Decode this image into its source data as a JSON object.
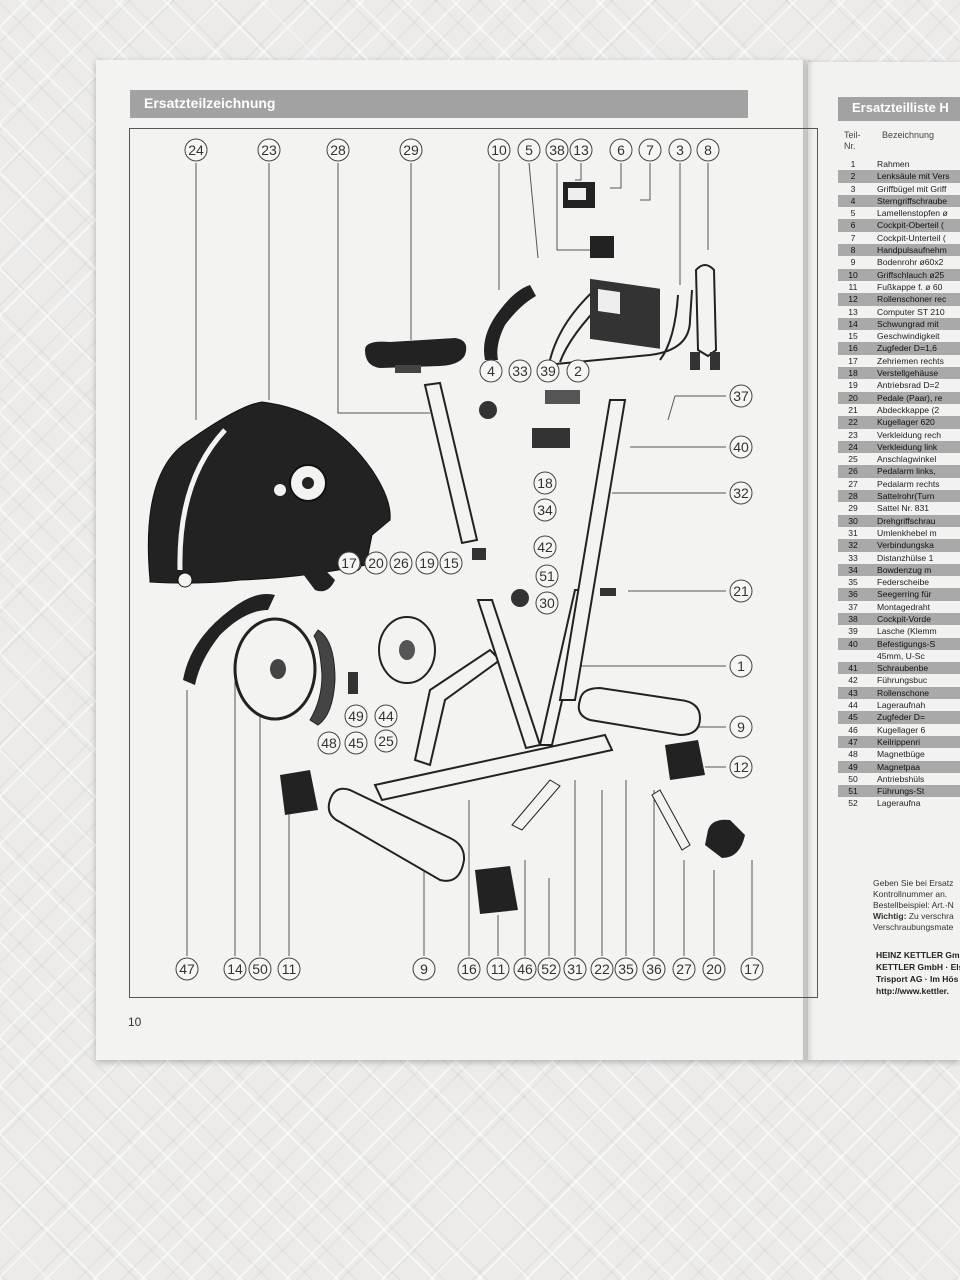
{
  "left_page": {
    "header": "Ersatzteilzeichnung",
    "page_number": "10",
    "top_callouts": [
      "24",
      "23",
      "28",
      "29",
      "10",
      "5",
      "38",
      "13",
      "6",
      "7",
      "3",
      "8"
    ],
    "bottom_callouts": [
      "47",
      "14",
      "50",
      "11",
      "9",
      "16",
      "11",
      "46",
      "52",
      "31",
      "22",
      "35",
      "36",
      "27",
      "20",
      "17"
    ],
    "right_callouts": [
      "37",
      "40",
      "32",
      "21",
      "1",
      "9",
      "12"
    ],
    "inner_callouts": [
      "4",
      "33",
      "39",
      "2",
      "18",
      "34",
      "42",
      "51",
      "30",
      "17",
      "20",
      "26",
      "19",
      "15",
      "49",
      "44",
      "48",
      "45",
      "25"
    ]
  },
  "right_page": {
    "header": "Ersatzteilliste H",
    "col_teil": "Teil-",
    "col_nr": "Nr.",
    "col_bezeichnung": "Bezeichnung",
    "parts": [
      {
        "nr": "1",
        "name": "Rahmen"
      },
      {
        "nr": "2",
        "name": "Lenksäule mit Vers"
      },
      {
        "nr": "3",
        "name": "Griffbügel mit Griff"
      },
      {
        "nr": "4",
        "name": "Sterngriffschraube"
      },
      {
        "nr": "5",
        "name": "Lamellenstopfen ø"
      },
      {
        "nr": "6",
        "name": "Cockpit-Oberteil ("
      },
      {
        "nr": "7",
        "name": "Cockpit-Unterteil ("
      },
      {
        "nr": "8",
        "name": "Handpulsaufnehm"
      },
      {
        "nr": "9",
        "name": "Bodenrohr ø60x2"
      },
      {
        "nr": "10",
        "name": "Griffschlauch ø25"
      },
      {
        "nr": "11",
        "name": "Fußkappe f. ø 60"
      },
      {
        "nr": "12",
        "name": "Rollenschoner rec"
      },
      {
        "nr": "13",
        "name": "Computer ST 210"
      },
      {
        "nr": "14",
        "name": "Schwungrad mit"
      },
      {
        "nr": "15",
        "name": "Geschwindigkeit"
      },
      {
        "nr": "16",
        "name": "Zugfeder D=1,6"
      },
      {
        "nr": "17",
        "name": "Zehriemen rechts"
      },
      {
        "nr": "18",
        "name": "Verstellgehäuse"
      },
      {
        "nr": "19",
        "name": "Antriebsrad D=2"
      },
      {
        "nr": "20",
        "name": "Pedale (Paar), re"
      },
      {
        "nr": "21",
        "name": "Abdeckkappe (2"
      },
      {
        "nr": "22",
        "name": "Kugellager 620"
      },
      {
        "nr": "23",
        "name": "Verkleidung rech"
      },
      {
        "nr": "24",
        "name": "Verkleidung link"
      },
      {
        "nr": "25",
        "name": "Anschlagwinkel"
      },
      {
        "nr": "26",
        "name": "Pedalarm links,"
      },
      {
        "nr": "27",
        "name": "Pedalarm rechts"
      },
      {
        "nr": "28",
        "name": "Sattelrohr(Turn"
      },
      {
        "nr": "29",
        "name": "Sattel Nr. 831"
      },
      {
        "nr": "30",
        "name": "Drehgriffschrau"
      },
      {
        "nr": "31",
        "name": "Umlenkhebel m"
      },
      {
        "nr": "32",
        "name": "Verbindungska"
      },
      {
        "nr": "33",
        "name": "Distanzhülse 1"
      },
      {
        "nr": "34",
        "name": "Bowdenzug m"
      },
      {
        "nr": "35",
        "name": "Federscheibe"
      },
      {
        "nr": "36",
        "name": "Seegerring für"
      },
      {
        "nr": "37",
        "name": "Montagedraht"
      },
      {
        "nr": "38",
        "name": "Cockpit-Vorde"
      },
      {
        "nr": "39",
        "name": "Lasche (Klemm"
      },
      {
        "nr": "40",
        "name": "Befestigungs-S"
      },
      {
        "nr": "",
        "name": "45mm, U-Sc"
      },
      {
        "nr": "41",
        "name": "Schraubenbe"
      },
      {
        "nr": "42",
        "name": "Führungsbuc"
      },
      {
        "nr": "43",
        "name": "Rollenschone"
      },
      {
        "nr": "44",
        "name": "Lageraufnah"
      },
      {
        "nr": "45",
        "name": "Zugfeder D="
      },
      {
        "nr": "46",
        "name": "Kugellager 6"
      },
      {
        "nr": "47",
        "name": "Keilrippenri"
      },
      {
        "nr": "48",
        "name": "Magnetbüge"
      },
      {
        "nr": "49",
        "name": "Magnetpaa"
      },
      {
        "nr": "50",
        "name": "Antriebshüls"
      },
      {
        "nr": "51",
        "name": "Führungs-St"
      },
      {
        "nr": "52",
        "name": "Lageraufna"
      }
    ],
    "note_line1": "Geben Sie bei Ersatz",
    "note_line2": "Kontrollnummer an.",
    "note_line3": "Bestellbeispiel: Art.-N",
    "note_wichtig": "Wichtig:",
    "note_line4_rest": " Zu verschra",
    "note_line5": "Verschraubungsmate",
    "addr1": "HEINZ KETTLER Gmb",
    "addr2": "KETTLER GmbH · Els",
    "addr3": "Trisport AG · Im Hös",
    "addr4": "http://www.kettler."
  }
}
